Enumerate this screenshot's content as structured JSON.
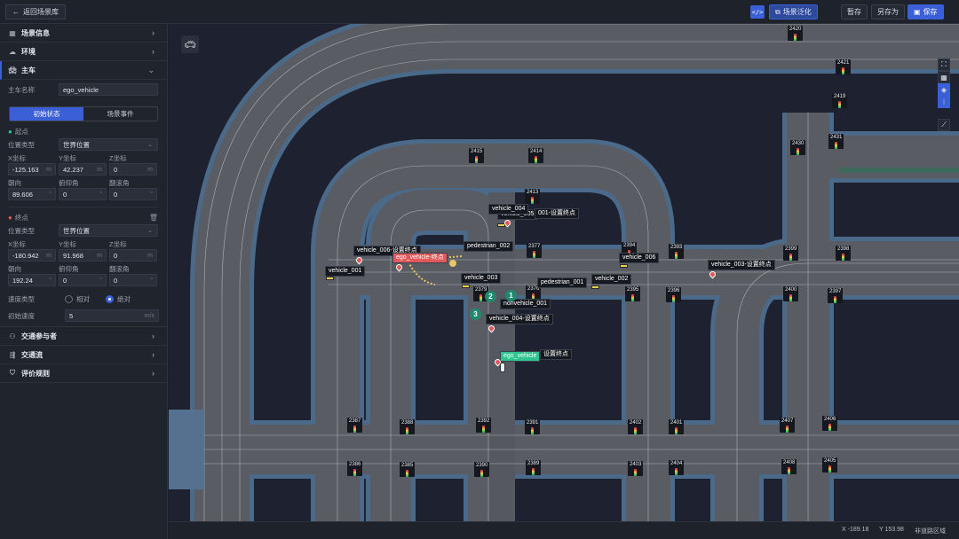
{
  "topbar": {
    "back_label": "返回场景库",
    "code_label": "</>",
    "generalize_label": "场景泛化",
    "pause_label": "暂存",
    "save_as_label": "另存为",
    "save_label": "保存"
  },
  "sidebar": {
    "scene_info": "场景信息",
    "environment": "环境",
    "ego": "主车",
    "ego_name_label": "主车名称",
    "ego_name_value": "ego_vehicle",
    "tabs": [
      "初始状态",
      "场景事件"
    ],
    "start_point": "起点",
    "end_point": "终点",
    "position_type_label": "位置类型",
    "position_type_value": "世界位置",
    "x_label": "X坐标",
    "y_label": "Y坐标",
    "z_label": "Z坐标",
    "heading_label": "朝向",
    "pitch_label": "俯仰角",
    "roll_label": "翻滚角",
    "unit_m": "m",
    "unit_deg": "°",
    "unit_mps": "m/s",
    "start": {
      "x": "-125.163",
      "y": "42.237",
      "z": "0",
      "heading": "89.606",
      "pitch": "0",
      "roll": "0"
    },
    "end": {
      "x": "-180.942",
      "y": "91.968",
      "z": "0",
      "heading": "192.24",
      "pitch": "0",
      "roll": "0"
    },
    "speed_type_label": "速度类型",
    "speed_relative": "相对",
    "speed_absolute": "绝对",
    "init_speed_label": "初始速度",
    "init_speed_value": "5",
    "participants": "交通参与者",
    "traffic_flow": "交通流",
    "eval_rules": "评价规则"
  },
  "map": {
    "junctions": [
      "2420",
      "2421",
      "2419",
      "2415",
      "2414",
      "2413",
      "2430",
      "2431",
      "2377",
      "2394",
      "2393",
      "2399",
      "2398",
      "2379",
      "2376",
      "2395",
      "2396",
      "2400",
      "2397",
      "2387",
      "2388",
      "2392",
      "2391",
      "2402",
      "2401",
      "2407",
      "2406",
      "2386",
      "2385",
      "2390",
      "2389",
      "2403",
      "2404",
      "2408",
      "2405"
    ],
    "labels": {
      "vehicle_006_end": "vehicle_006-设置终点",
      "ego_end": "ego_vehicle-终点",
      "pedestrian_002": "pedestrian_002",
      "vehicle_005": "vehicle_005",
      "v001_end": "001-设置终点",
      "vehicle_004": "vehicle_004",
      "vehicle_001": "vehicle_001",
      "vehicle_003": "vehicle_003",
      "pedestrian_001": "pedestrian_001",
      "vehicle_002": "vehicle_002",
      "vehicle_006": "vehicle_006",
      "vehicle_003_end": "vehicle_003-设置终点",
      "nonvehicle_001": "nonvehicle_001",
      "vehicle_004_end": "vehicle_004-设置终点",
      "ego_vehicle": "ego_vehicle",
      "v_end_hidden": "设置终点"
    },
    "markers": [
      "1",
      "2",
      "3"
    ]
  },
  "status": {
    "x": "X -189.18",
    "y": "Y 153.98",
    "area": "非道路区域"
  }
}
